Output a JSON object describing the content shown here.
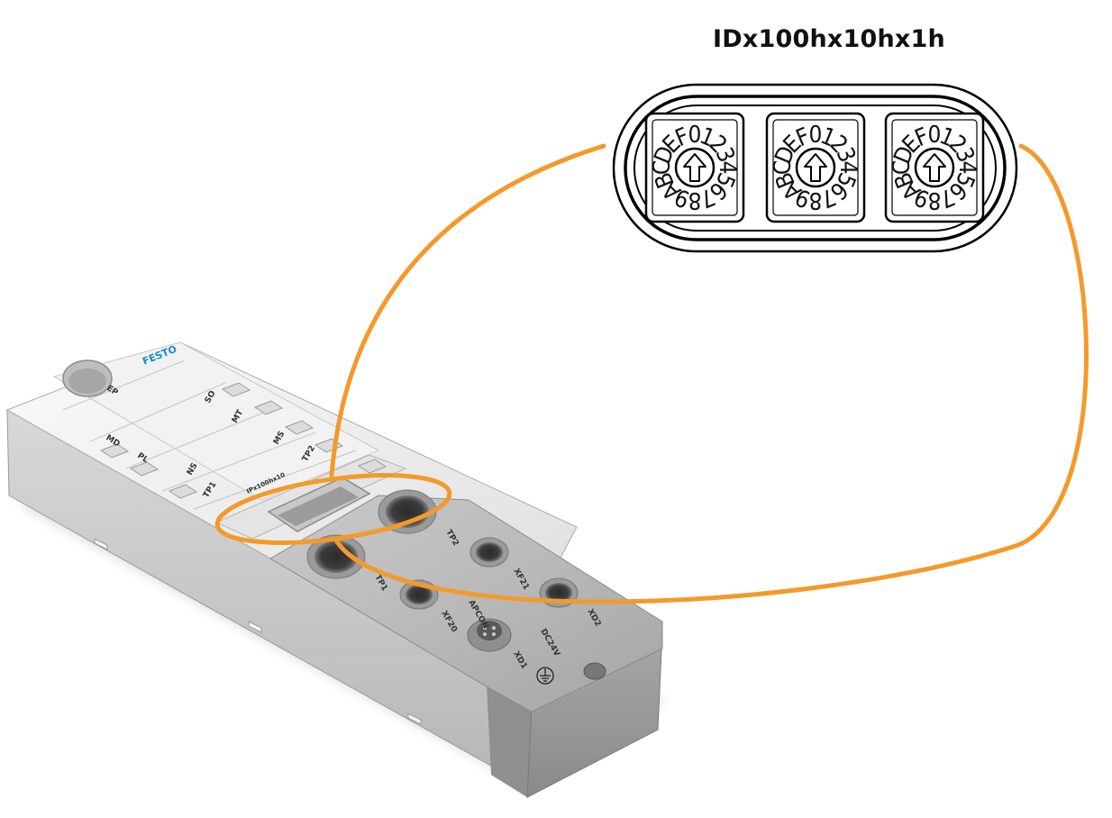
{
  "title": "IDx100hx10hx1h",
  "brand": {
    "logo_text": "FESTO",
    "color": "#1a8ccc"
  },
  "accent_color": "#f39a2b",
  "device_labels": {
    "ep": "EP",
    "md": "MD",
    "pl": "PL",
    "ns": "NS",
    "so": "SO",
    "mt": "MT",
    "ms": "MS",
    "tp1_top": "TP1",
    "tp2_top": "TP2",
    "ip_label": "IPx100hx10",
    "tp1": "TP1",
    "tp2": "TP2",
    "xf21": "XF21",
    "xf20": "XF20",
    "apcon": "APCON",
    "xd1": "XD1",
    "dc24v": "DC24V",
    "xd2": "XD2"
  },
  "dial": {
    "digits": [
      "0",
      "1",
      "2",
      "3",
      "4",
      "5",
      "6",
      "7",
      "8",
      "9",
      "A",
      "B",
      "C",
      "D",
      "E",
      "F"
    ]
  },
  "icons": [
    "ground-icon",
    "arrow-up-icon"
  ]
}
